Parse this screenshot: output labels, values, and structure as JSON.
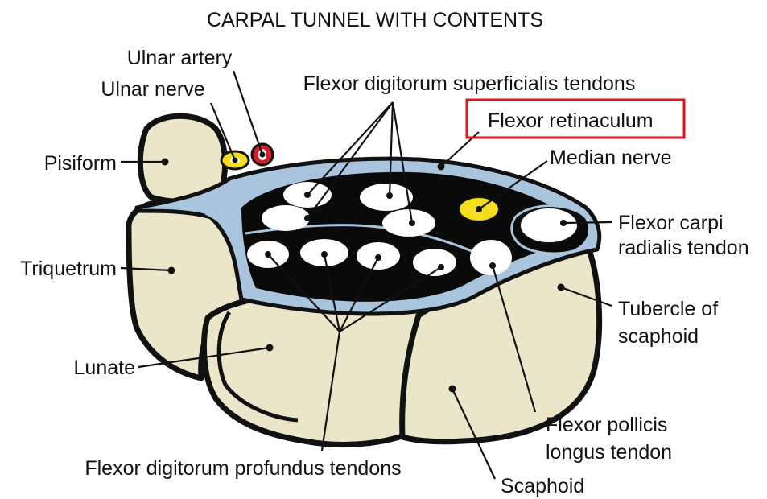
{
  "title": "CARPAL TUNNEL WITH CONTENTS",
  "labels": {
    "ulnar_artery": "Ulnar artery",
    "ulnar_nerve": "Ulnar nerve",
    "fds_tendons": "Flexor digitorum superficialis tendons",
    "flexor_retinaculum": "Flexor retinaculum",
    "median_nerve": "Median nerve",
    "pisiform": "Pisiform",
    "fcr_line1": "Flexor carpi",
    "fcr_line2": "radialis tendon",
    "triquetrum": "Triquetrum",
    "tubercle_line1": "Tubercle of",
    "tubercle_line2": "scaphoid",
    "lunate": "Lunate",
    "fpl_line1": "Flexor pollicis",
    "fpl_line2": "longus tendon",
    "fdp_tendons": "Flexor digitorum profundus tendons",
    "scaphoid": "Scaphoid"
  },
  "highlighted_label": "Flexor retinaculum",
  "colors": {
    "bone": "#ebe6c9",
    "retinaculum": "#a9c4dd",
    "tunnel": "#0a0a0a",
    "tendon": "#ffffff",
    "median_nerve": "#f4dc1e",
    "ulnar_nerve": "#f4dc1e",
    "ulnar_artery": "#d0202a",
    "highlight_box": "#e0161e",
    "outline": "#111111"
  }
}
